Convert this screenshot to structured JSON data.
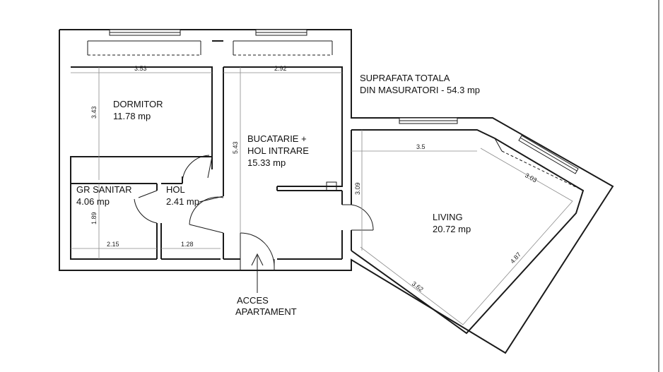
{
  "rooms": {
    "dormitor": {
      "name": "DORMITOR",
      "area": "11.78 mp"
    },
    "bucatarie": {
      "name_line1": "BUCATARIE +",
      "name_line2": "HOL INTRARE",
      "area": "15.33 mp"
    },
    "gr_sanitar": {
      "name": "GR SANITAR",
      "area": "4.06 mp"
    },
    "hol": {
      "name": "HOL",
      "area": "2.41 mp"
    },
    "living": {
      "name": "LIVING",
      "area": "20.72 mp"
    }
  },
  "dimensions": {
    "dormitor_width": "3.53",
    "dormitor_height": "3.43",
    "bucatarie_width": "2.92",
    "bucatarie_height": "5.43",
    "gr_sanitar_width": "2.15",
    "gr_sanitar_height": "1.89",
    "hol_width": "1.28",
    "living_top": "3.5",
    "living_left": "3.09",
    "living_upper_right": "3.03",
    "living_right": "4.87",
    "living_bottom": "3.62"
  },
  "notes": {
    "total_line1": "SUPRAFATA TOTALA",
    "total_line2": "DIN MASURATORI - 54.3 mp",
    "access_line1": "ACCES",
    "access_line2": "APARTAMENT"
  }
}
